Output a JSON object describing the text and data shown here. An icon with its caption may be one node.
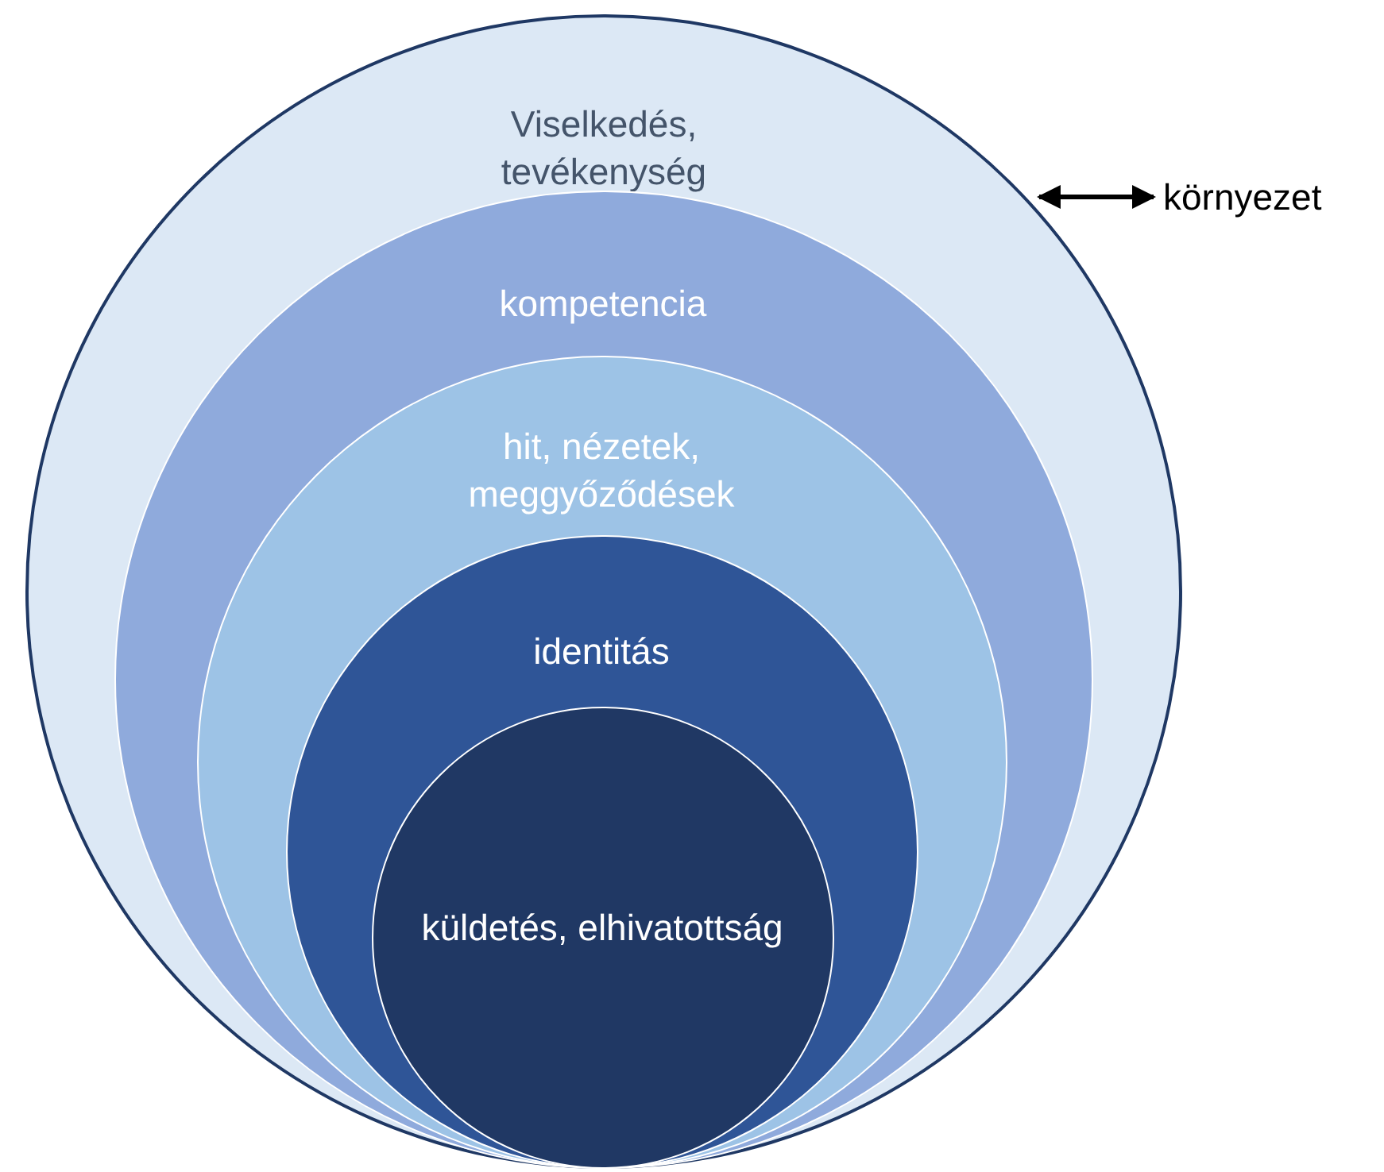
{
  "diagram": {
    "nodes": [
      {
        "text": [
          "Viselkedés, tevékenység"
        ]
      },
      {
        "text": [
          "kompetencia"
        ],
        "in": 0
      },
      {
        "text": [
          "hit, nézetek, meggyőződések"
        ],
        "in": 1
      },
      {
        "text": [
          "identitás"
        ],
        "in": 2
      },
      {
        "text": [
          "küldetés, elhivatottság"
        ],
        "in": 3
      },
      {
        "text": [
          "környezet"
        ]
      }
    ],
    "edges": [
      {
        "from": 0,
        "to": 5,
        "arrow": "both"
      }
    ]
  }
}
